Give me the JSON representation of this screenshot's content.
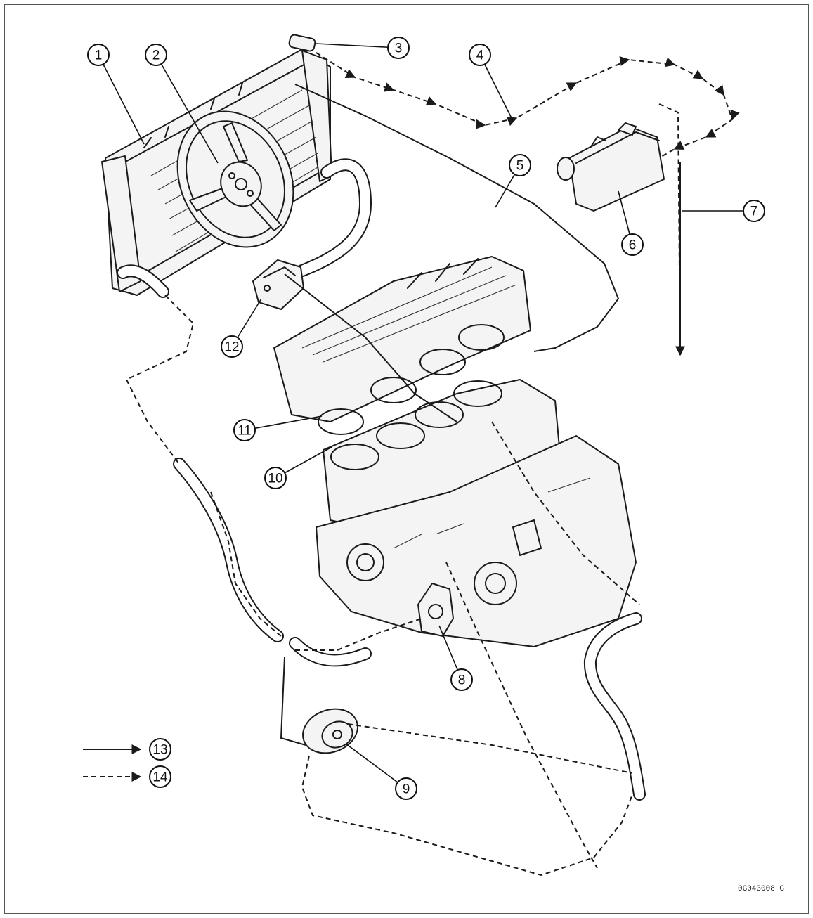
{
  "diagram": {
    "callouts": [
      "1",
      "2",
      "3",
      "4",
      "5",
      "6",
      "7",
      "8",
      "9",
      "10",
      "11",
      "12"
    ],
    "legend": [
      {
        "number": "13",
        "style": "solid"
      },
      {
        "number": "14",
        "style": "dashed"
      }
    ],
    "figure_code": "0G043008  G"
  },
  "colors": {
    "ink": "#1a1a1a",
    "paper": "#ffffff"
  }
}
